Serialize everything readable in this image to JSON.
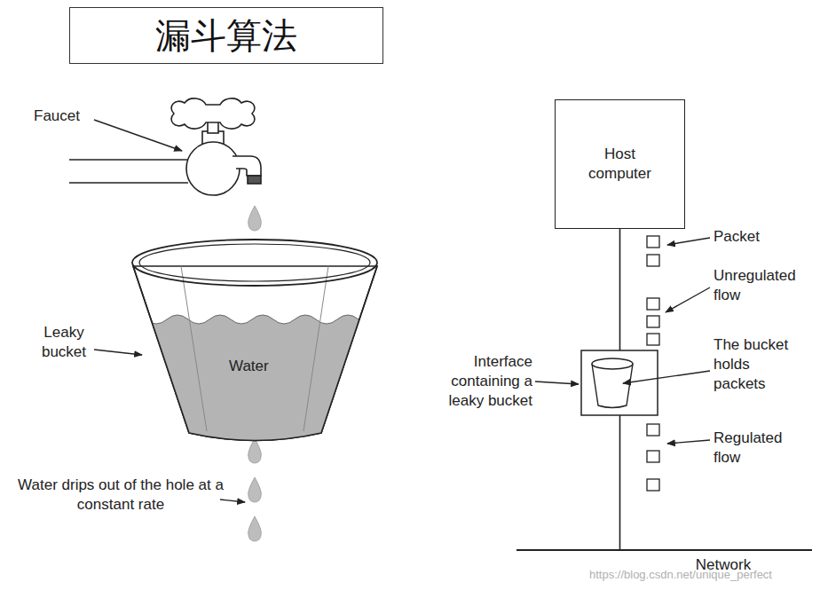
{
  "diagram": {
    "title": "漏斗算法",
    "nodes": [
      {
        "text": [
          "Host computer"
        ]
      },
      {
        "text": [
          "Network"
        ]
      }
    ],
    "edges": [
      {
        "from": 0,
        "to": 1,
        "arrow": "none"
      }
    ],
    "labels": [
      "Faucet",
      "Leaky bucket",
      "Water",
      "Water drips out of the hole at a constant rate",
      "Packet",
      "Unregulated flow",
      "The bucket holds packets",
      "Interface containing a leaky bucket",
      "Regulated flow",
      "https://blog.csdn.net/unique_perfect"
    ]
  }
}
